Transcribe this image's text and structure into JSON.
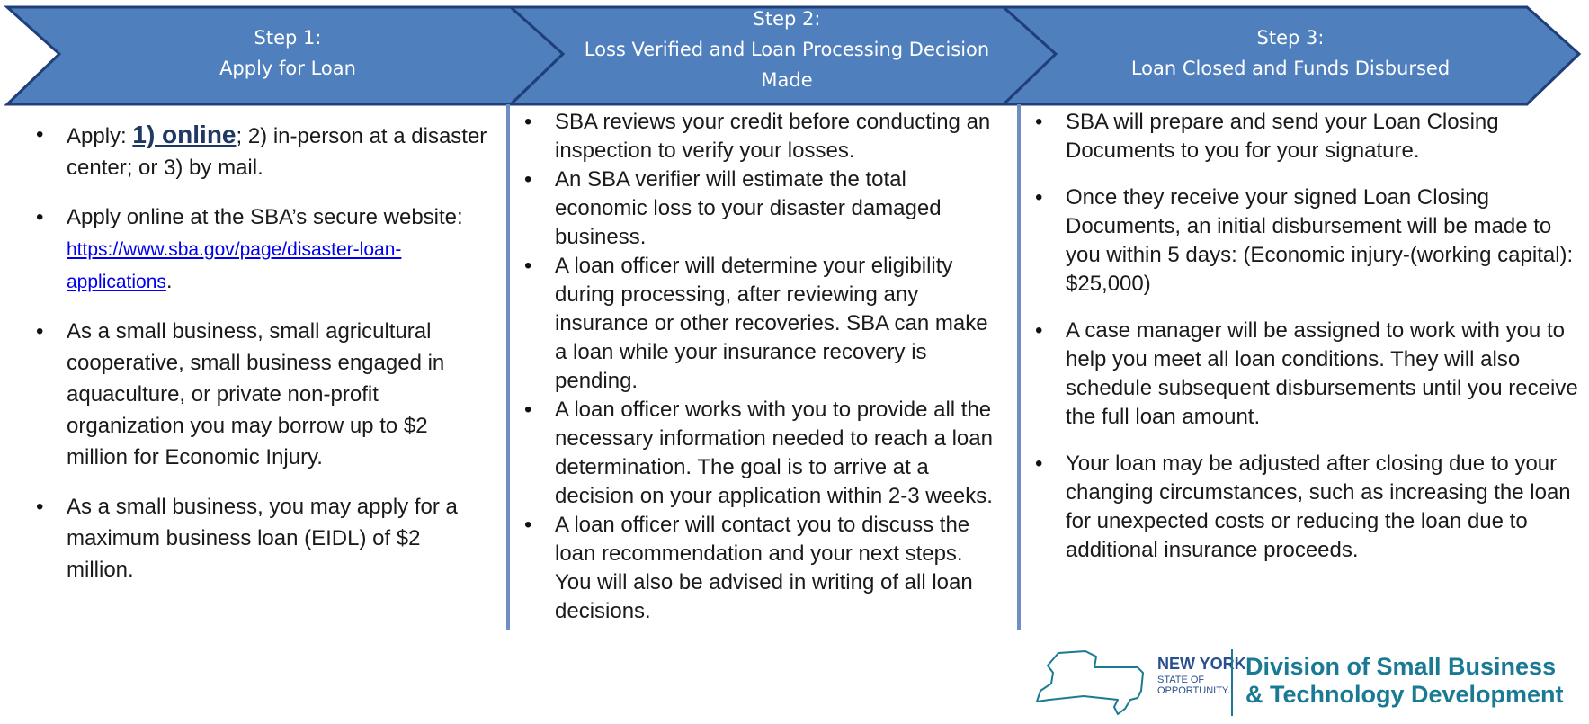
{
  "steps": [
    {
      "label": "Step 1:",
      "title": "Apply for Loan",
      "bullets": [
        {
          "parts": [
            {
              "text": "Apply: "
            },
            {
              "text": "1) online",
              "style": "online-link"
            },
            {
              "text": "; 2) in-person at a disaster center; or 3) by mail."
            }
          ]
        },
        {
          "parts": [
            {
              "text": "Apply online at the SBA’s secure website: "
            },
            {
              "text": "https://www.sba.gov/page/disaster-loan-applications",
              "style": "url-link"
            },
            {
              "text": "."
            }
          ]
        },
        {
          "parts": [
            {
              "text": "As a small business, small agricultural cooperative, small business engaged in  aquaculture, or private non-profit organization  you may borrow up to $2 million for Economic Injury."
            }
          ]
        },
        {
          "parts": [
            {
              "text": "As a small business, you may apply for a  maximum business loan (EIDL) of $2 million."
            }
          ]
        }
      ]
    },
    {
      "label": "Step 2:",
      "title": "Loss Verified and Loan Processing Decision Made",
      "bullets": [
        {
          "parts": [
            {
              "text": "SBA reviews your credit before conducting an inspection to verify your losses."
            }
          ]
        },
        {
          "parts": [
            {
              "text": "An SBA verifier will estimate the total economic loss to your disaster damaged business."
            }
          ]
        },
        {
          "parts": [
            {
              "text": "A loan officer will determine your eligibility  during processing, after reviewing any insurance or other recoveries. SBA can make a loan while your insurance recovery is pending."
            }
          ]
        },
        {
          "parts": [
            {
              "text": "A loan officer works with you to provide all  the necessary information needed to reach a loan determination. The goal is to arrive at a decision on your application within 2-3 weeks."
            }
          ]
        },
        {
          "parts": [
            {
              "text": "A loan officer will contact you to discuss the  loan recommendation and your next steps. You will also be advised in writing of all loan decisions."
            }
          ]
        }
      ]
    },
    {
      "label": "Step 3:",
      "title": "Loan Closed and Funds Disbursed",
      "bullets": [
        {
          "parts": [
            {
              "text": "SBA will prepare and send your Loan Closing Documents to you for your signature."
            }
          ]
        },
        {
          "parts": [
            {
              "text": "Once they receive your signed Loan Closing Documents, an initial disbursement will be made to you within 5 days:  (Economic injury-(working capital): $25,000)"
            }
          ]
        },
        {
          "parts": [
            {
              "text": "A case manager will be assigned to work with you to help you meet all loan conditions. They will also schedule subsequent disbursements until you receive the full loan amount."
            }
          ]
        },
        {
          "parts": [
            {
              "text": "Your loan may be adjusted after closing due to your changing circumstances, such as increasing the loan for unexpected costs or reducing the loan due to additional insurance proceeds."
            }
          ]
        }
      ]
    }
  ],
  "logo": {
    "state_name": "NEW YORK",
    "state_tagline": "STATE OF OPPORTUNITY.",
    "division_line1": "Division of Small Business",
    "division_line2": "& Technology Development"
  },
  "colors": {
    "chevron_fill": "#4f7fbd",
    "chevron_stroke": "#1f3f79",
    "divider": "#6f8fc2",
    "logo_teal": "#1a7a94",
    "logo_blue": "#2a4f8f"
  }
}
